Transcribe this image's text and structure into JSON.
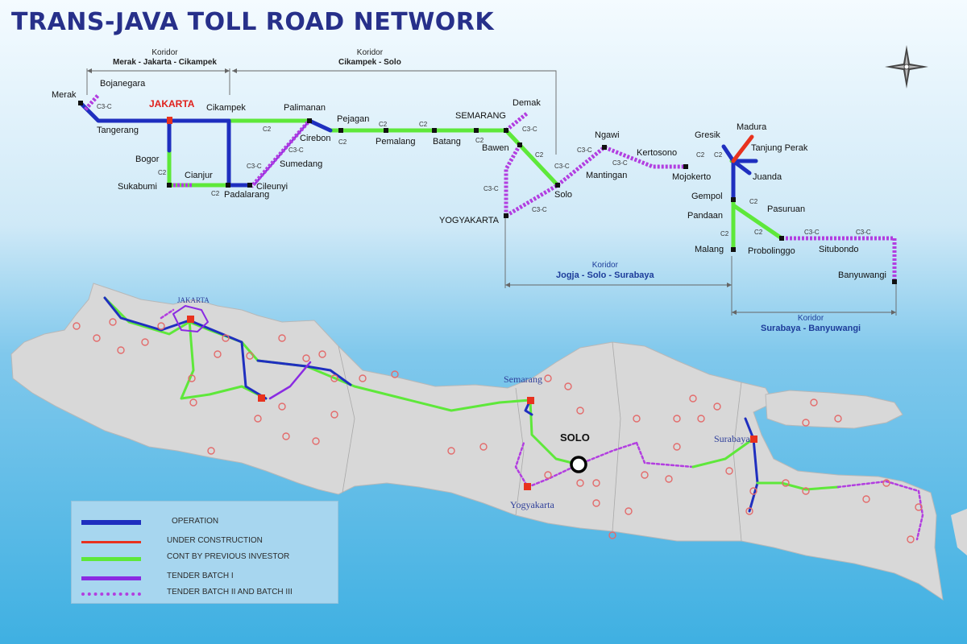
{
  "title": "TRANS-JAVA TOLL ROAD NETWORK",
  "corridors": {
    "merak_cikampek": {
      "word": "Koridor",
      "name": "Merak - Jakarta - Cikampek"
    },
    "cikampek_solo": {
      "word": "Koridor",
      "name": "Cikampek - Solo"
    },
    "jogja_surabaya": {
      "word": "Koridor",
      "name": "Jogja - Solo - Surabaya"
    },
    "surabaya_banyuwangi": {
      "word": "Koridor",
      "name": "Surabaya - Banyuwangi"
    }
  },
  "schematic": {
    "merak": "Merak",
    "bojanegara": "Bojanegara",
    "jakarta": "JAKARTA",
    "tangerang": "Tangerang",
    "cikampek": "Cikampek",
    "bogor": "Bogor",
    "sukabumi": "Sukabumi",
    "cianjur": "Cianjur",
    "padalarang": "Padalarang",
    "cileunyi": "Cileunyi",
    "palimanan": "Palimanan",
    "cirebon": "Cirebon",
    "sumedang": "Sumedang",
    "pejagan": "Pejagan",
    "pemalang": "Pemalang",
    "batang": "Batang",
    "semarang": "SEMARANG",
    "demak": "Demak",
    "bawen": "Bawen",
    "solo": "Solo",
    "yogyakarta": "YOGYAKARTA",
    "ngawi": "Ngawi",
    "mantingan": "Mantingan",
    "kertosono": "Kertosono",
    "mojokerto": "Mojokerto",
    "gresik": "Gresik",
    "madura": "Madura",
    "tanjung_perak": "Tanjung Perak",
    "juanda": "Juanda",
    "gempol": "Gempol",
    "pandaan": "Pandaan",
    "malang": "Malang",
    "pasuruan": "Pasuruan",
    "probolinggo": "Probolinggo",
    "situbondo": "Situbondo",
    "banyuwangi": "Banyuwangi"
  },
  "codes": {
    "c2": "C2",
    "c3c": "C3-C"
  },
  "island": {
    "solo": "SOLO",
    "jakarta": "JAKARTA",
    "semarang": "Semarang",
    "yogyakarta": "Yogyakarta",
    "surabaya": "Surabaya"
  },
  "legend": {
    "items": [
      {
        "label": "OPERATION",
        "color": "#1f2fbf",
        "style": "solid"
      },
      {
        "label": "UNDER CONSTRUCTION",
        "color": "#e8321e",
        "style": "solid"
      },
      {
        "label": "CONT BY PREVIOUS INVESTOR",
        "color": "#5ee83a",
        "style": "solid"
      },
      {
        "label": "TENDER BATCH I",
        "color": "#8a2be2",
        "style": "solid"
      },
      {
        "label": "TENDER BATCH II AND BATCH III",
        "color": "#b23ee0",
        "style": "dotted"
      }
    ]
  },
  "colors": {
    "sky_top": "#f4fbff",
    "sky_mid": "#a8d8f0",
    "sea": "#4cb4e4",
    "land": "#d6d6d6",
    "operation": "#1f2fbf",
    "construction": "#e8321e",
    "previous_investor": "#5ee83a",
    "tender1": "#8a2be2",
    "tender23": "#b23ee0"
  }
}
